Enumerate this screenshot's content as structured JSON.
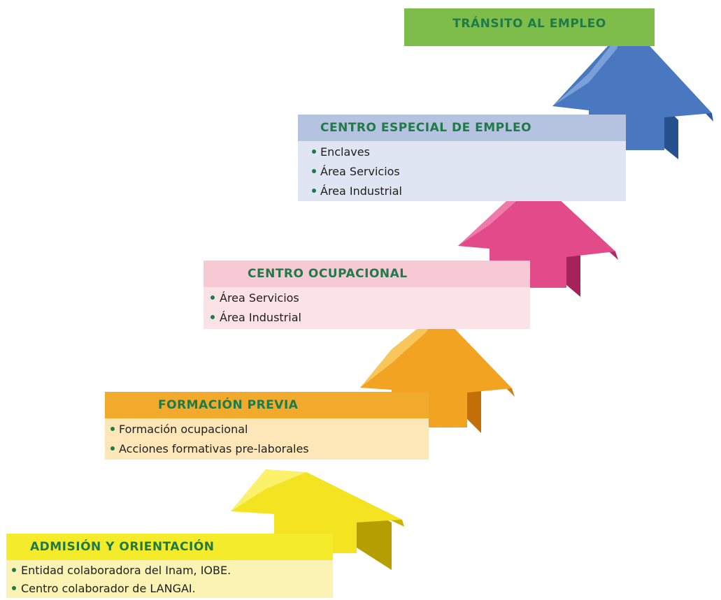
{
  "colors": {
    "title_text": "#1f7a4a",
    "bullet": "#1f7a4a",
    "yellow": "#f4e321",
    "orange": "#f2a321",
    "pink": "#e24a8a",
    "blue": "#4a78c0",
    "green": "#7fbd4a"
  },
  "steps": {
    "admision": {
      "title": "ADMISIÓN Y ORIENTACIÓN",
      "items": [
        "Entidad colaboradora del Inam, IOBE.",
        "Centro colaborador de LANGAI."
      ]
    },
    "formacion": {
      "title": "FORMACIÓN PREVIA",
      "items": [
        "Formación ocupacional",
        "Acciones formativas pre-laborales"
      ]
    },
    "ocupacional": {
      "title": "CENTRO OCUPACIONAL",
      "items": [
        "Área Servicios",
        "Área Industrial"
      ]
    },
    "especial": {
      "title": "CENTRO ESPECIAL DE EMPLEO",
      "items": [
        "Enclaves",
        "Área Servicios",
        "Área Industrial"
      ]
    },
    "transito": {
      "title": "TRÁNSITO AL EMPLEO"
    }
  }
}
